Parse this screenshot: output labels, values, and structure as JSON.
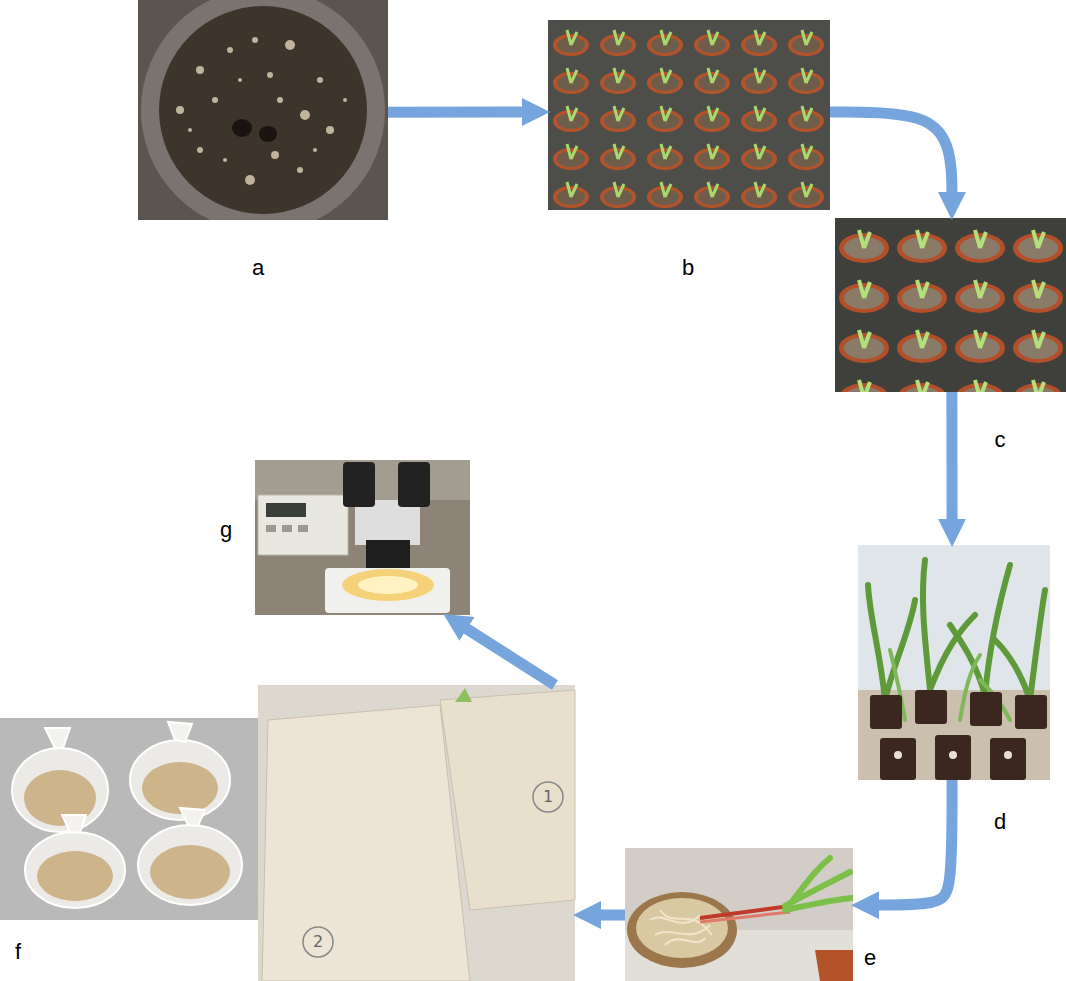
{
  "diagram": {
    "nodes": [
      {
        "text": [
          "a"
        ]
      },
      {
        "text": [
          "b"
        ]
      },
      {
        "text": [
          "c"
        ]
      },
      {
        "text": [
          "d"
        ]
      },
      {
        "text": [
          "e"
        ]
      },
      {
        "text": [
          "f"
        ]
      },
      {
        "text": [
          "g"
        ]
      }
    ],
    "edges": [
      {
        "from": 0,
        "to": 1,
        "arrow": "to"
      },
      {
        "from": 1,
        "to": 2,
        "arrow": "to"
      },
      {
        "from": 2,
        "to": 3,
        "arrow": "to"
      },
      {
        "from": 3,
        "to": 4,
        "arrow": "to"
      },
      {
        "from": 4,
        "to": 5,
        "arrow": "to"
      },
      {
        "from": 5,
        "to": 6,
        "arrow": "to"
      }
    ],
    "labels": [
      "2",
      "1"
    ]
  }
}
